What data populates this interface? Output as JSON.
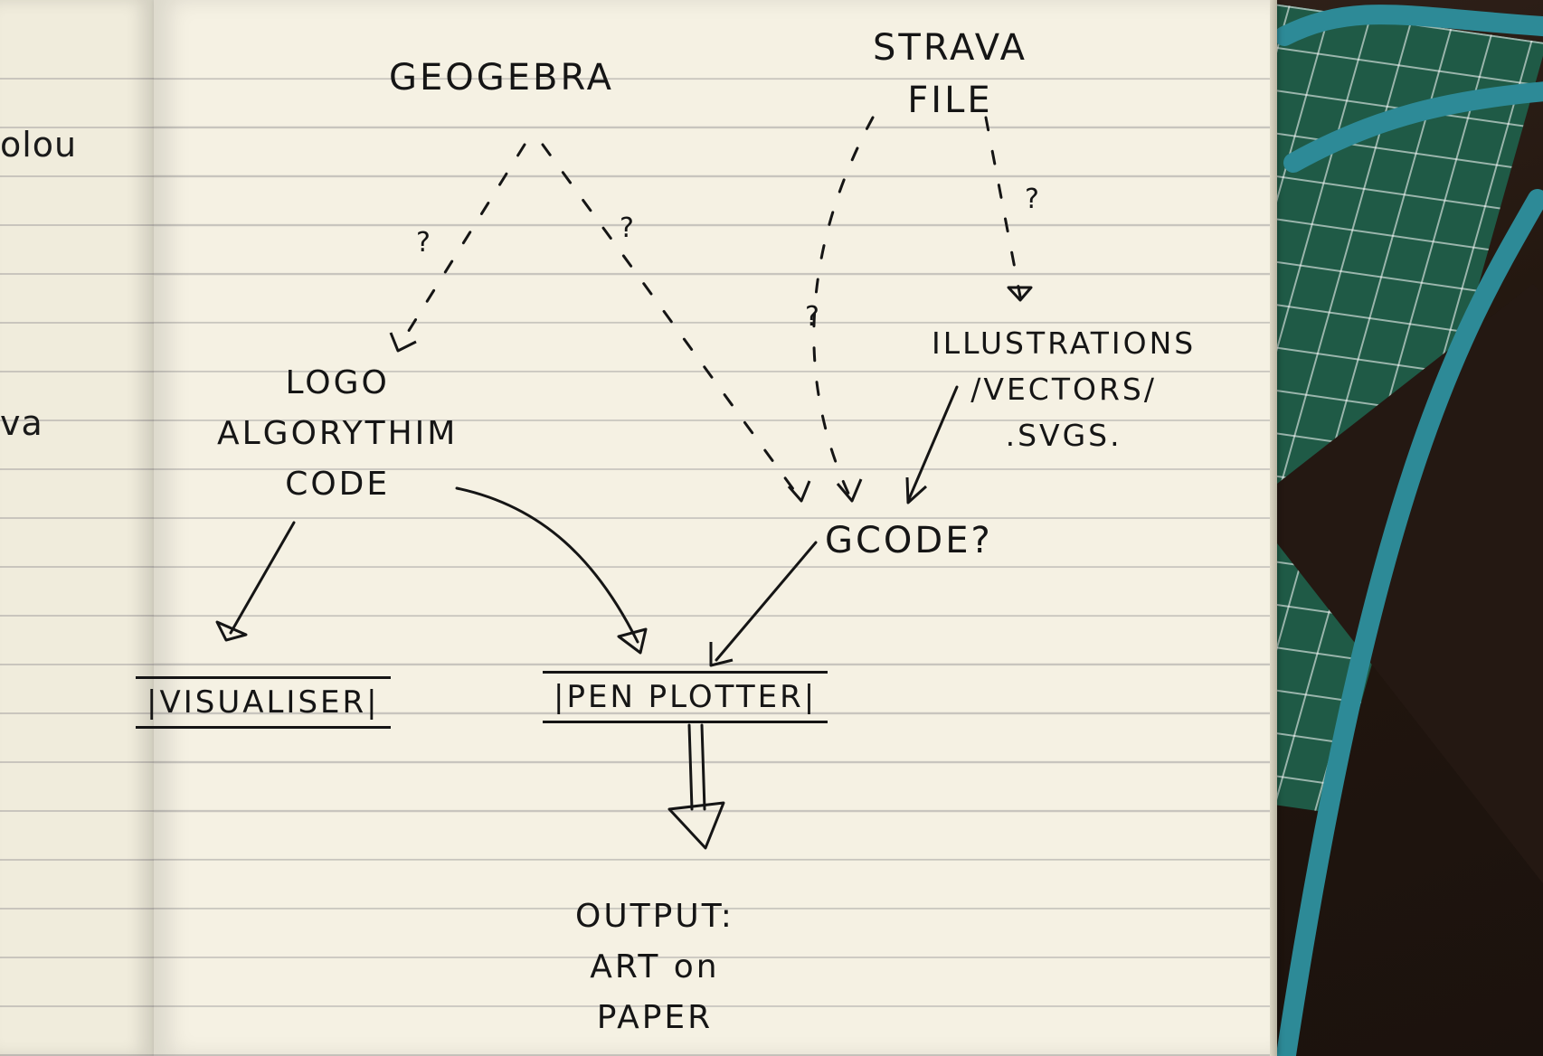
{
  "nodes": {
    "geogebra": "GEOGEBRA",
    "strava": [
      "STRAVA",
      "FILE"
    ],
    "logo": [
      "LOGO",
      "ALGORYTHIM",
      "CODE"
    ],
    "illustrations": [
      "ILLUSTRATIONS",
      "/VECTORS/",
      ".SVGS."
    ],
    "gcode": "GCODE?",
    "visualiser": "|VISUALISER|",
    "penplotter": "|PEN PLOTTER|",
    "output": [
      "OUTPUT:",
      "ART on",
      "PAPER"
    ]
  },
  "edge_labels": {
    "uncertain": "?"
  },
  "left_page_fragments": [
    "olou",
    "va"
  ],
  "colors": {
    "ink": "#151515",
    "paper": "#f5f1e3",
    "rule_line": "#c8c5be",
    "cutting_mat": "#1f5a46",
    "elastic_band": "#2d8a97"
  }
}
